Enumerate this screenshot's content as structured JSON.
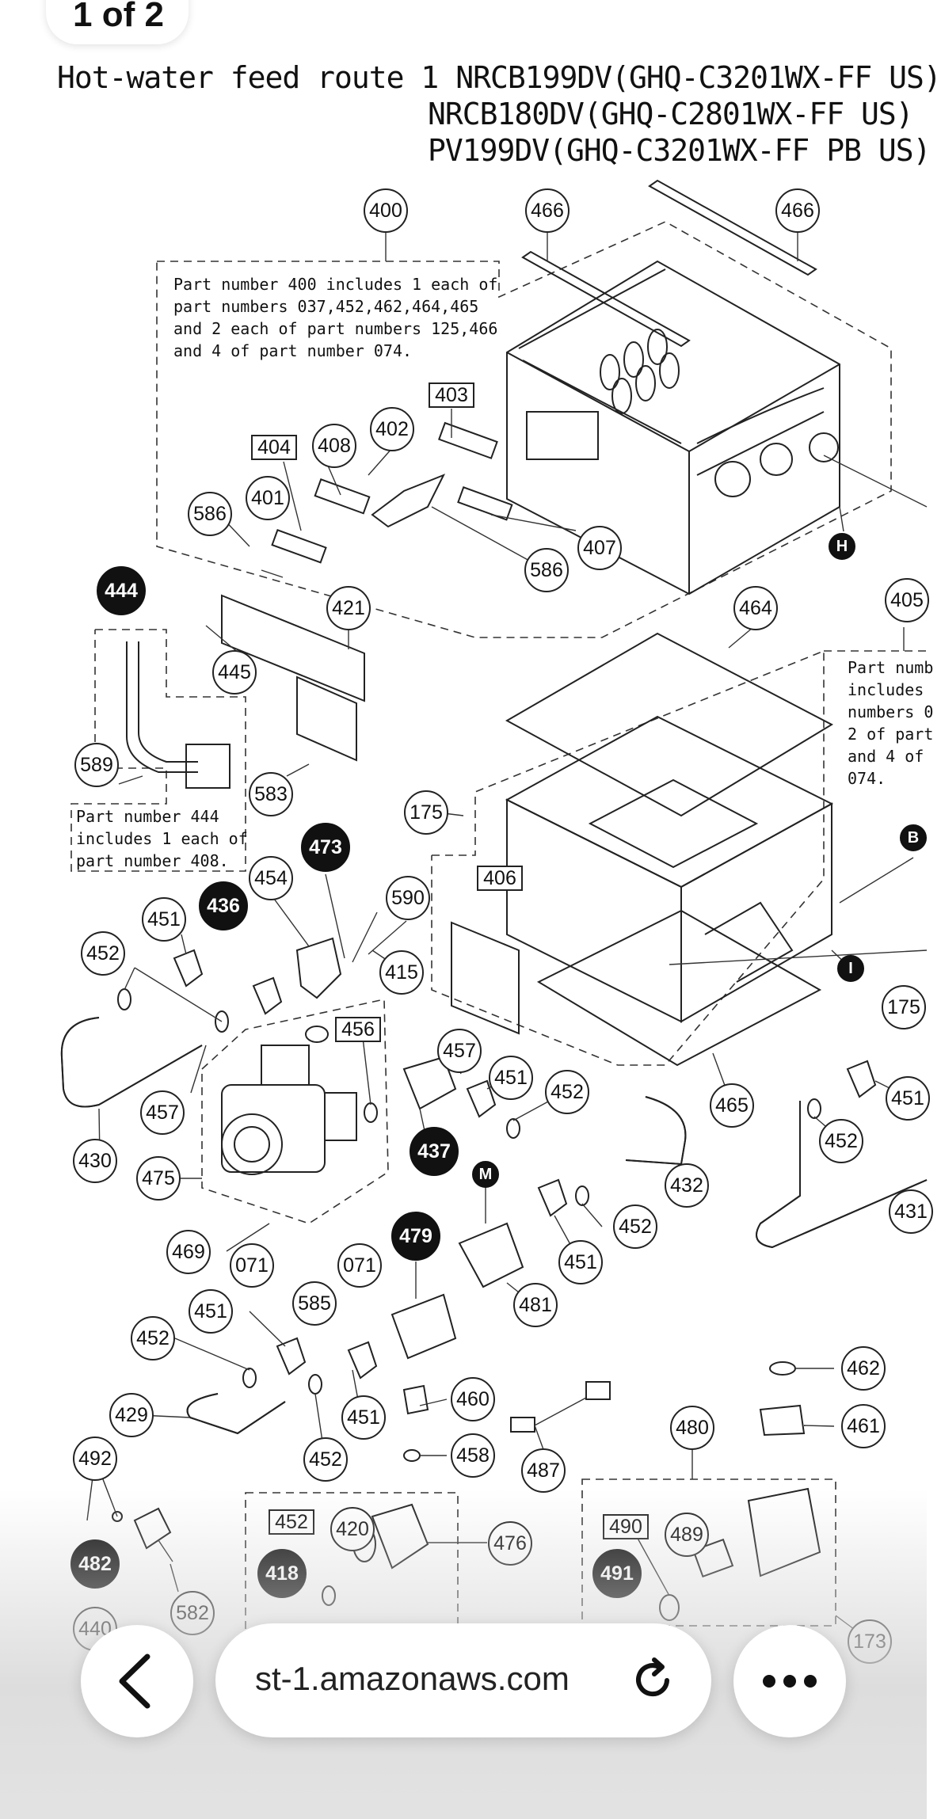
{
  "page_indicator": "1 of 2",
  "header": {
    "line1": "Hot-water feed route 1 NRCB199DV(GHQ-C3201WX-FF US)",
    "line2": "NRCB180DV(GHQ-C2801WX-FF US)",
    "line3": "PV199DV(GHQ-C3201WX-FF PB US)"
  },
  "notes": {
    "n400": [
      "Part number 400 includes 1 each of",
      "part numbers 037,452,462,464,465",
      "and 2 each of part numbers 125,466",
      "and 4 of part number 074."
    ],
    "n444": [
      "Part number 444",
      "includes 1 each of",
      "part number 408."
    ],
    "n405": [
      "Part numb",
      "includes",
      "numbers 0",
      "2 of part",
      "and 4 of",
      "074."
    ]
  },
  "callouts": {
    "c400": "400",
    "c466a": "466",
    "c466b": "466",
    "c403": "403",
    "c402": "402",
    "c404": "404",
    "c408": "408",
    "c401": "401",
    "c586a": "586",
    "c586b": "586",
    "c407": "407",
    "cH": "H",
    "c444": "444",
    "c421": "421",
    "c445": "445",
    "c464": "464",
    "c405": "405",
    "c589": "589",
    "c583": "583",
    "c175a": "175",
    "c175b": "175",
    "c473": "473",
    "c454": "454",
    "c590": "590",
    "c436": "436",
    "c451a": "451",
    "c452a": "452",
    "c415": "415",
    "c406": "406",
    "cB": "B",
    "cI": "I",
    "c456": "456",
    "c457a": "457",
    "c457b": "457",
    "c451b": "451",
    "c452b": "452",
    "c465": "465",
    "c451c": "451",
    "c452c": "452",
    "c437": "437",
    "c430": "430",
    "c475": "475",
    "c432": "432",
    "c431": "431",
    "cM": "M",
    "c479": "479",
    "c452d": "452",
    "c451d": "451",
    "c469": "469",
    "c071a": "071",
    "c071b": "071",
    "c585": "585",
    "c481": "481",
    "c451e": "451",
    "c452e": "452",
    "c462": "462",
    "c460": "460",
    "c461": "461",
    "c480": "480",
    "c429": "429",
    "c451f": "451",
    "c452f": "452",
    "c458": "458",
    "c487": "487",
    "c492": "492",
    "c452g": "452",
    "c420": "420",
    "c476": "476",
    "c490": "490",
    "c489": "489",
    "c482": "482",
    "c418": "418",
    "c491": "491",
    "c582": "582",
    "c440": "440",
    "c173": "173"
  },
  "browser": {
    "url": "st-1.amazonaws.com",
    "back_icon": "chevron-left-icon",
    "reload_icon": "reload-icon",
    "more_icon": "more-horizontal-icon"
  }
}
